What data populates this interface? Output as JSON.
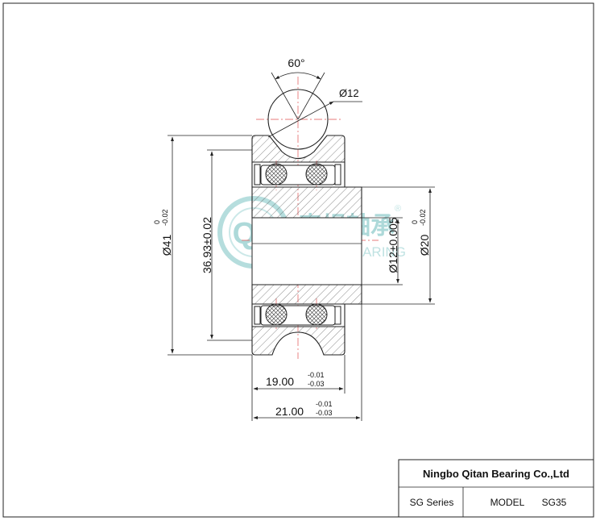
{
  "drawing": {
    "angle_label": "60°",
    "roller_dia_label": "Ø12",
    "outer_dia_label": "Ø41",
    "outer_dia_tol_upper": "0",
    "outer_dia_tol_lower": "-0.02",
    "pitch_dia_label": "36.93±0.02",
    "bore_label": "Ø12±0.005",
    "inner_dia_label": "Ø20",
    "inner_dia_tol_upper": "0",
    "inner_dia_tol_lower": "-0.02",
    "width_inner_label": "19.00",
    "width_inner_tol_upper": "-0.01",
    "width_inner_tol_lower": "-0.03",
    "width_total_label": "21.00",
    "width_total_tol_upper": "-0.01",
    "width_total_tol_lower": "-0.03"
  },
  "watermark": {
    "cn_text": "奇坦軸承",
    "en_text": "QITAN BEARING",
    "logo_text": "QT",
    "registered": "®"
  },
  "title_block": {
    "company": "Ningbo Qitan Bearing Co.,Ltd",
    "series": "SG Series",
    "model_label": "MODEL",
    "model_value": "SG35"
  },
  "colors": {
    "line": "#222222",
    "center_line": "#e05050",
    "watermark": "#9fd3d3"
  }
}
